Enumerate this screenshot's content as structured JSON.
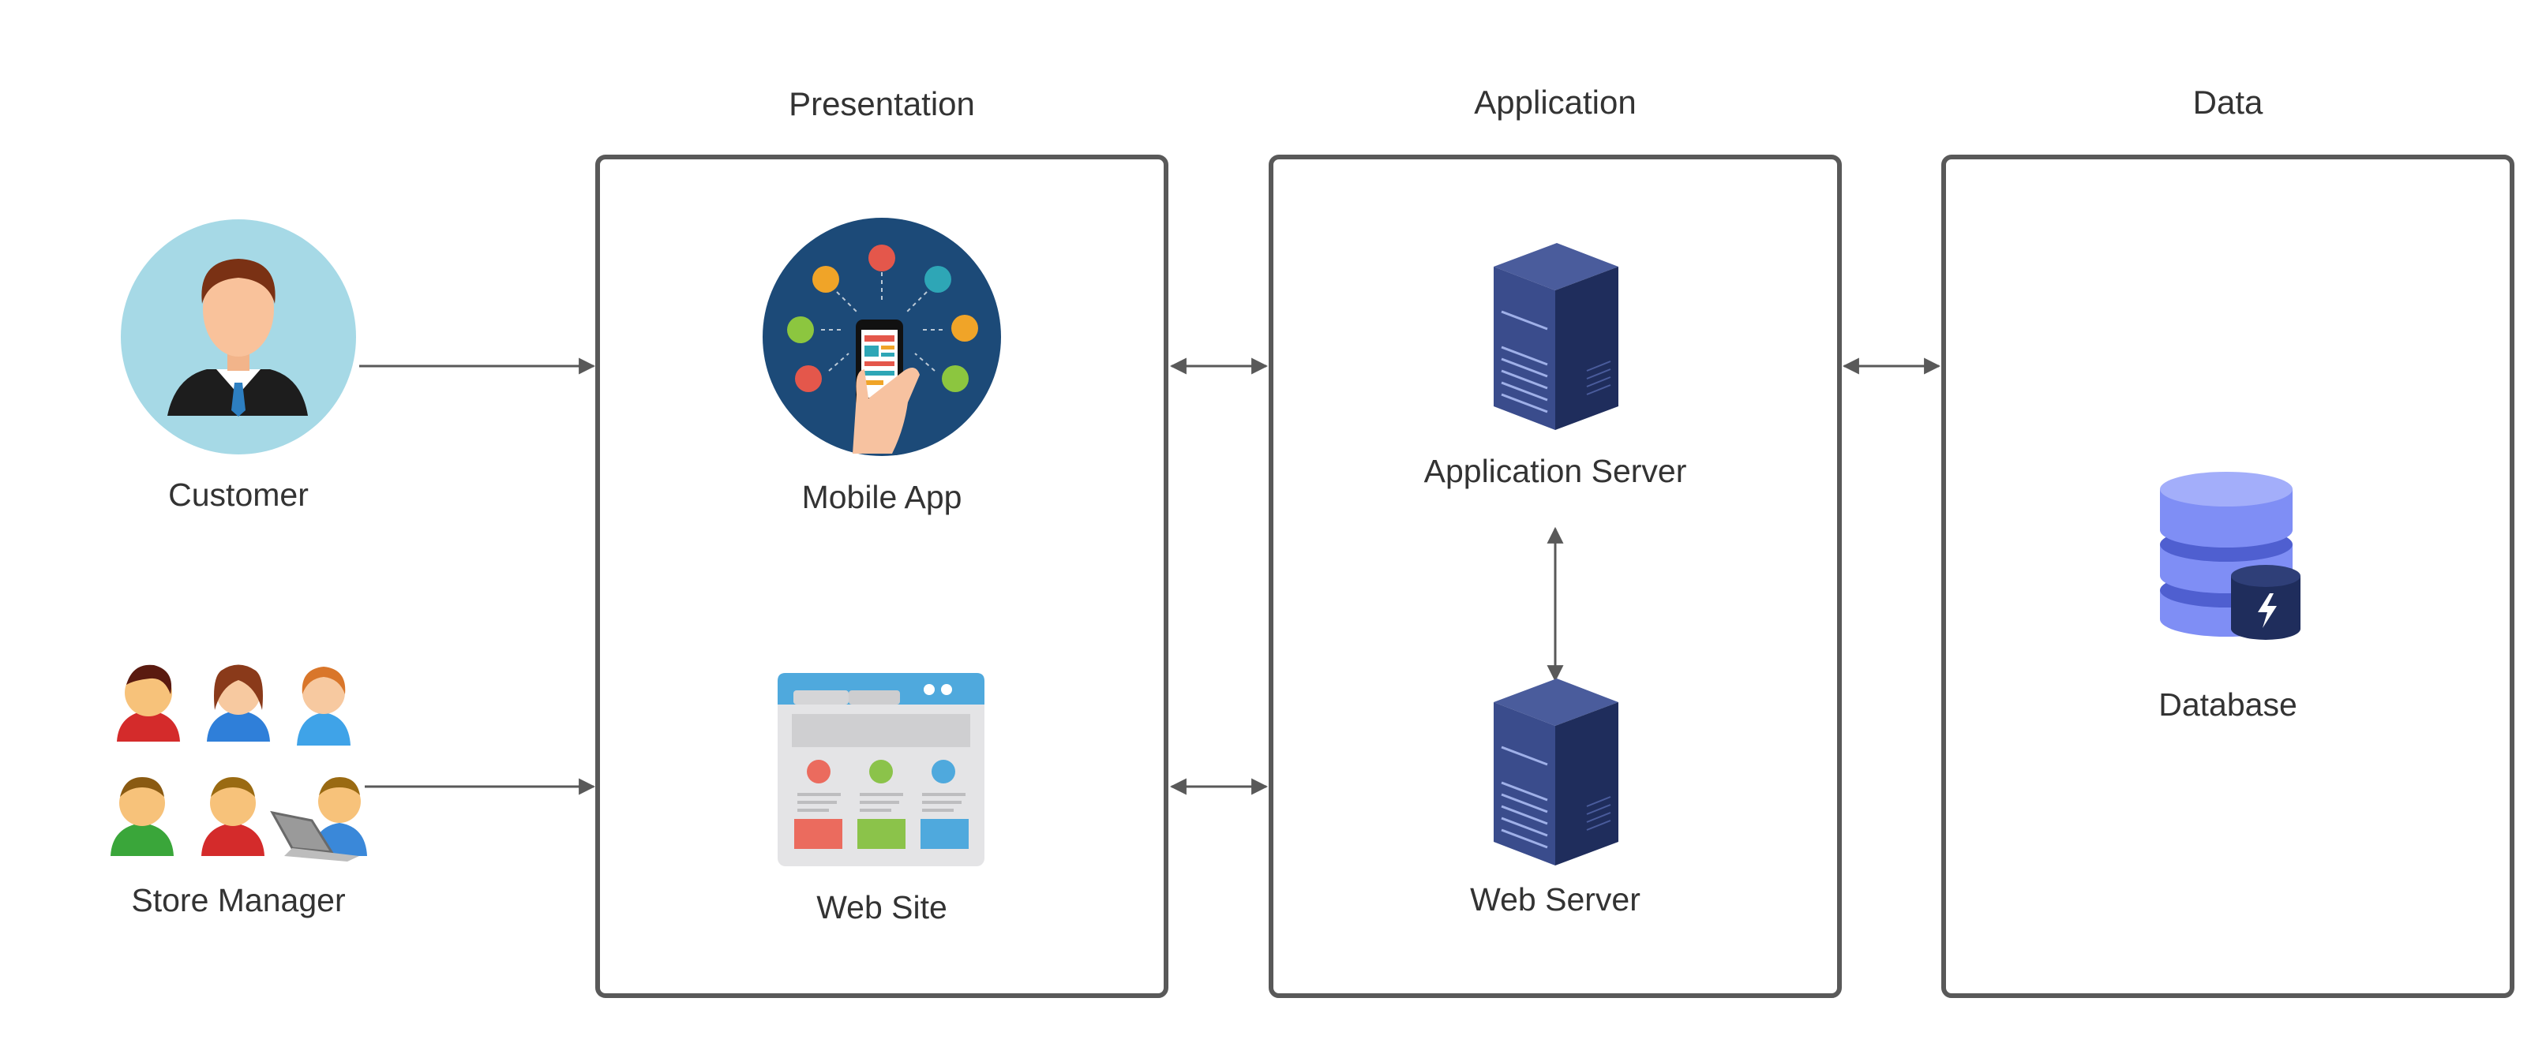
{
  "layers": {
    "presentation": "Presentation",
    "application": "Application",
    "data": "Data"
  },
  "actors": {
    "customer": "Customer",
    "store_manager": "Store Manager"
  },
  "nodes": {
    "mobile_app": "Mobile App",
    "web_site": "Web Site",
    "application_server": "Application Server",
    "web_server": "Web Server",
    "database": "Database"
  },
  "colors": {
    "box_border": "#595959",
    "arrow": "#595959",
    "server": "#2f3f78",
    "database": "#7f8ef5",
    "customer_bg": "#a6d9e6",
    "mobile_bg": "#1c4a78"
  }
}
